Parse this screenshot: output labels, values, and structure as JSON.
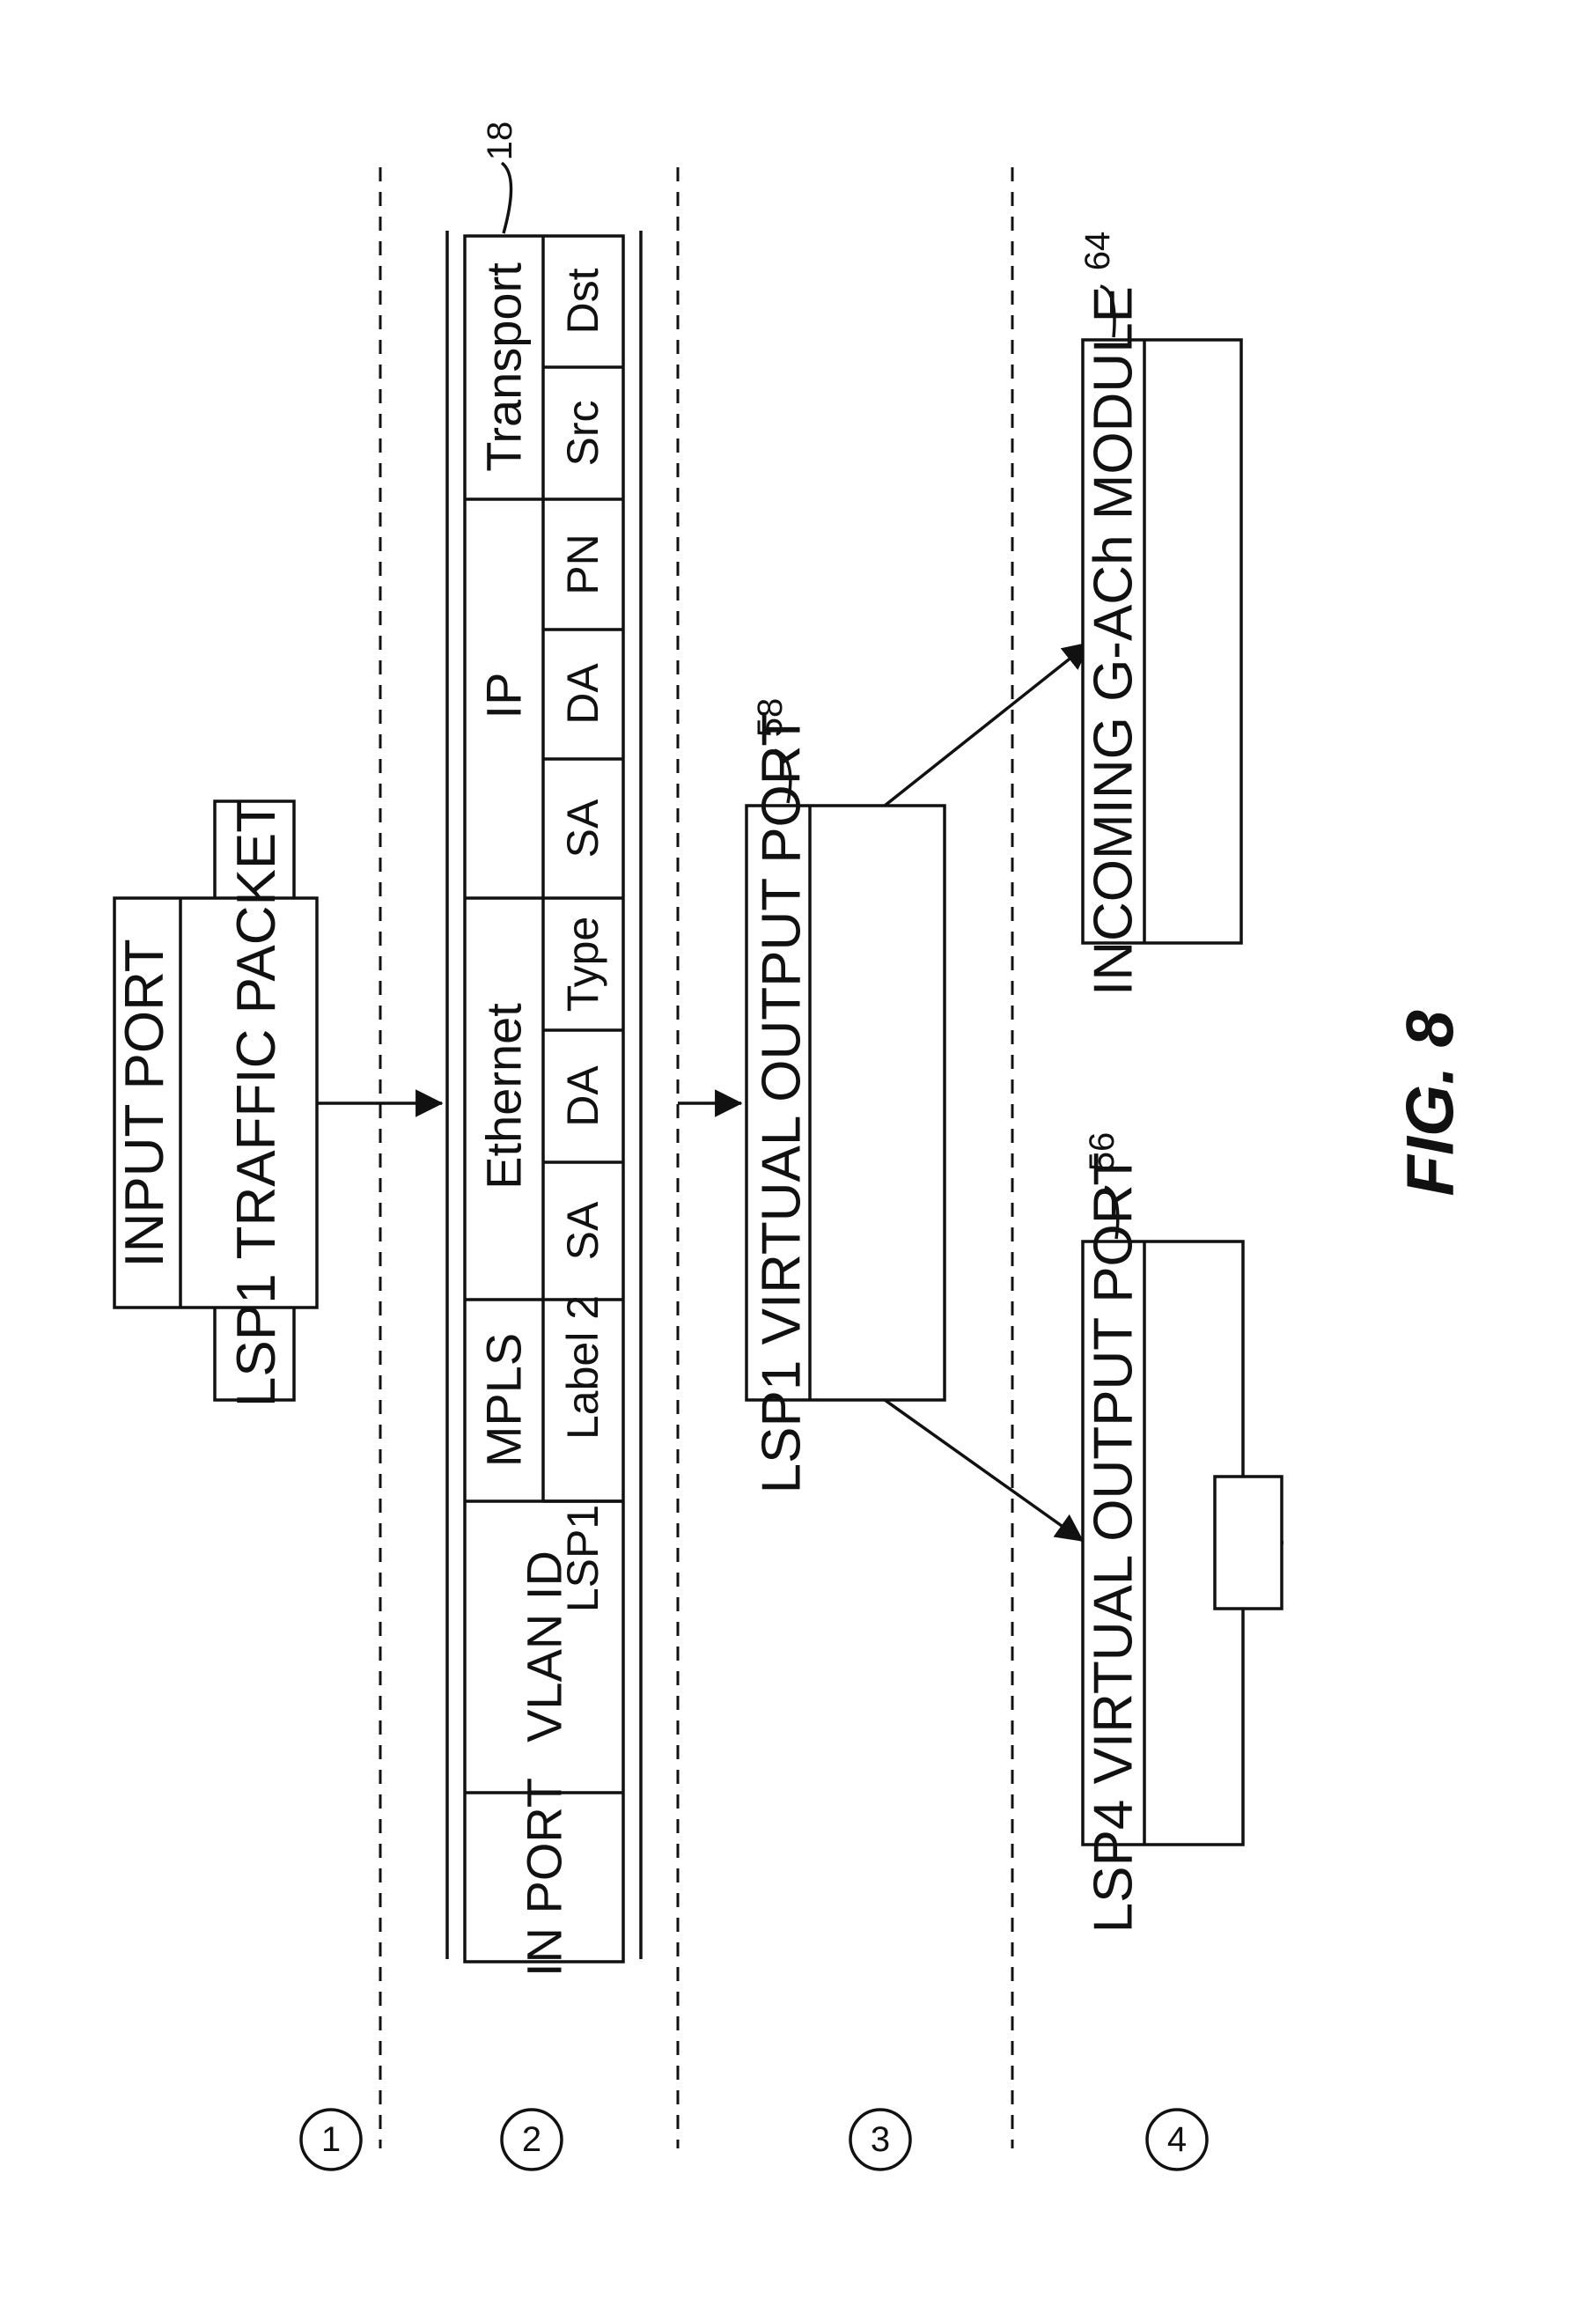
{
  "figure": {
    "caption": "FIG. 8"
  },
  "stages": [
    "1",
    "2",
    "3",
    "4"
  ],
  "stage1": {
    "input_port": "INPUT PORT",
    "packet": "LSP1 TRAFFIC PACKET"
  },
  "match_table": {
    "ref": "18",
    "groups": {
      "in_port": "IN PORT",
      "vlan_id": "VLAN ID",
      "mpls": "MPLS",
      "ethernet": "Ethernet",
      "ip": "IP",
      "transport": "Transport"
    },
    "fields": {
      "lsp1": "LSP1",
      "label2": "Label 2",
      "eth_sa": "SA",
      "eth_da": "DA",
      "eth_type": "Type",
      "ip_sa": "SA",
      "ip_da": "DA",
      "ip_pn": "PN",
      "src": "Src",
      "dst": "Dst"
    }
  },
  "stage3": {
    "ref": "58",
    "label": "LSP1 VIRTUAL OUTPUT PORT"
  },
  "stage4": {
    "lsp4_ref": "56",
    "lsp4_label": "LSP4 VIRTUAL OUTPUT PORT",
    "gach_ref": "64",
    "gach_label": "INCOMING G-ACh MODULE"
  }
}
